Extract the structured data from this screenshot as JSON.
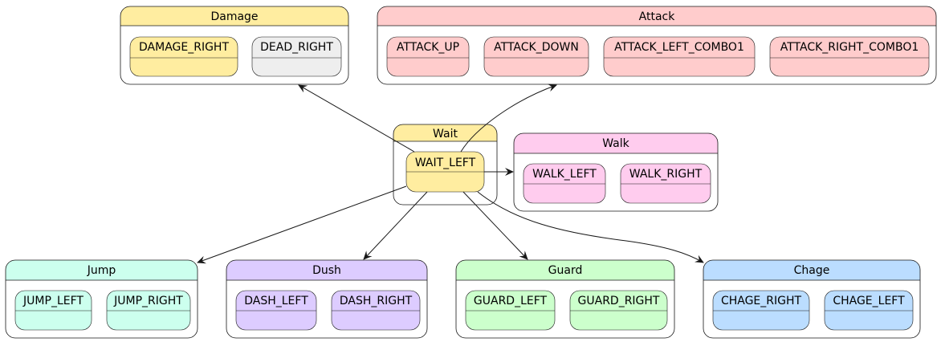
{
  "colors": {
    "yellow": "#FFEDA0",
    "grey": "#EEEEEE",
    "red": "#FFCCCC",
    "pink": "#FFCCEE",
    "mint": "#CCFFEE",
    "purple": "#DDCCFF",
    "green": "#CCFFCC",
    "blue": "#BBDDFF",
    "border": "#181818"
  },
  "groups": {
    "damage": {
      "title": "Damage",
      "color": "yellow",
      "states": [
        {
          "label": "DAMAGE_RIGHT",
          "color": "yellow"
        },
        {
          "label": "DEAD_RIGHT",
          "color": "grey"
        }
      ]
    },
    "attack": {
      "title": "Attack",
      "color": "red",
      "states": [
        {
          "label": "ATTACK_UP",
          "color": "red"
        },
        {
          "label": "ATTACK_DOWN",
          "color": "red"
        },
        {
          "label": "ATTACK_LEFT_COMBO1",
          "color": "red"
        },
        {
          "label": "ATTACK_RIGHT_COMBO1",
          "color": "red"
        }
      ]
    },
    "wait": {
      "title": "Wait",
      "color": "yellow",
      "states": [
        {
          "label": "WAIT_LEFT",
          "color": "yellow"
        }
      ]
    },
    "walk": {
      "title": "Walk",
      "color": "pink",
      "states": [
        {
          "label": "WALK_LEFT",
          "color": "pink"
        },
        {
          "label": "WALK_RIGHT",
          "color": "pink"
        }
      ]
    },
    "jump": {
      "title": "Jump",
      "color": "mint",
      "states": [
        {
          "label": "JUMP_LEFT",
          "color": "mint"
        },
        {
          "label": "JUMP_RIGHT",
          "color": "mint"
        }
      ]
    },
    "dush": {
      "title": "Dush",
      "color": "purple",
      "states": [
        {
          "label": "DASH_LEFT",
          "color": "purple"
        },
        {
          "label": "DASH_RIGHT",
          "color": "purple"
        }
      ]
    },
    "guard": {
      "title": "Guard",
      "color": "green",
      "states": [
        {
          "label": "GUARD_LEFT",
          "color": "green"
        },
        {
          "label": "GUARD_RIGHT",
          "color": "green"
        }
      ]
    },
    "chage": {
      "title": "Chage",
      "color": "blue",
      "states": [
        {
          "label": "CHAGE_RIGHT",
          "color": "blue"
        },
        {
          "label": "CHAGE_LEFT",
          "color": "blue"
        }
      ]
    }
  },
  "transitions": [
    {
      "from": "wait.WAIT_LEFT",
      "to": "damage"
    },
    {
      "from": "wait.WAIT_LEFT",
      "to": "attack"
    },
    {
      "from": "wait.WAIT_LEFT",
      "to": "walk"
    },
    {
      "from": "wait.WAIT_LEFT",
      "to": "jump"
    },
    {
      "from": "wait.WAIT_LEFT",
      "to": "dush"
    },
    {
      "from": "wait.WAIT_LEFT",
      "to": "guard"
    },
    {
      "from": "wait.WAIT_LEFT",
      "to": "chage"
    }
  ]
}
